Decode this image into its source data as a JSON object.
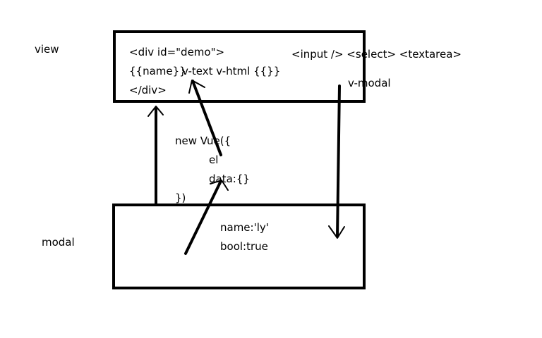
{
  "labels": {
    "view": "view",
    "modal": "modal"
  },
  "view_box": {
    "line1": "<div id=\"demo\">",
    "line2_name": "{{name}}",
    "line2_directives": "v-text v-html {{}}",
    "line3": "</div>",
    "form_elements": "<input />  <select>  <textarea>",
    "v_modal": "v-modal"
  },
  "vue_code": {
    "line1": "new Vue({",
    "line2": "el",
    "line3": "data:{}",
    "line4": "})"
  },
  "modal_box": {
    "name_line": "name:'ly'",
    "bool_line": "bool:true"
  },
  "stroke_color": "#000000"
}
